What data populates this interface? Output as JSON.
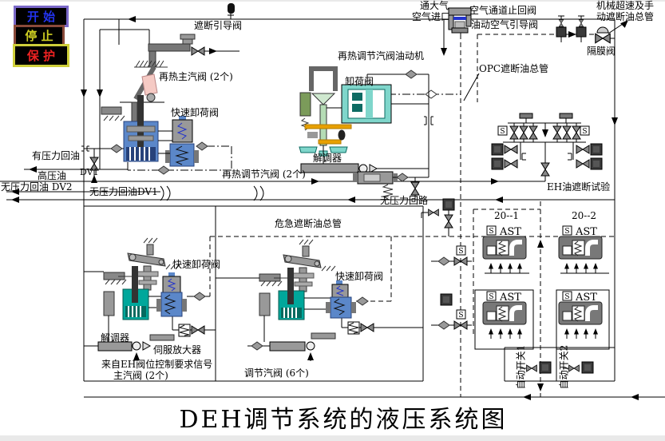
{
  "buttons": {
    "start": "开 始",
    "stop": "停 止",
    "protect": "保 护"
  },
  "title": "DEH调节系统的液压系统图",
  "labels": {
    "trip_pilot_valve": "遮断引导阀",
    "vent_atmosphere": "通大气",
    "air_inlet": "空气进口",
    "air_check_valve": "空气通道止回阀",
    "air_pilot_valve": "油动空气引导阀",
    "mech_overspeed_1": "机械超速及手",
    "mech_overspeed_2": "动遮断油总管",
    "diaphragm_valve": "隔膜阀",
    "opc_trip_header": "OPC遮断油总管",
    "reheat_servo_motor": "再热调节汽阀油动机",
    "unloading_valve": "卸荷阀",
    "reheat_main_valve": "再热主汽阀 (2个)",
    "quick_unloading_valve": "快速卸荷阀",
    "pressurized_return": "有压力回油",
    "hp_oil": "高压油",
    "no_pressure_return_dv2": "无压力回油 DV2",
    "dv1": "DV1",
    "no_pressure_return_dv1": "无压力回油DV1",
    "reheat_control_valve": "再热调节汽阀 (2个)",
    "demodulator": "解调器",
    "no_pressure_circuit": "无压力回路",
    "eh_trip_test": "EH油遮断试验",
    "block_20_1": "20--1",
    "block_20_2": "20--2",
    "ast": "AST",
    "s": "S",
    "emergency_trip_header": "危急遮断油总管",
    "servo_amplifier": "伺服放大器",
    "eh_signal": "来自EH阀位控制要求信号",
    "main_steam_valve": "主汽阀 (2个)",
    "control_steam_valve": "调节汽阀 (6个)",
    "auto_switch_1": "自动开关1",
    "auto_switch_2": "自动开关2"
  },
  "colors": {
    "cylinder_blue": "#5b87c9",
    "cylinder_teal": "#00a79b",
    "block_teal": "#7fd6cb",
    "olive_green": "#7b9b5a",
    "orange": "#e8a000",
    "pink": "#f5cac4",
    "start_text": "#2233ee",
    "start_border": "#7a68c8",
    "stop_text": "#cccc22",
    "stop_border": "#8a4a3a",
    "protect_text": "#ee2222",
    "protect_border": "#cfcf3a"
  }
}
